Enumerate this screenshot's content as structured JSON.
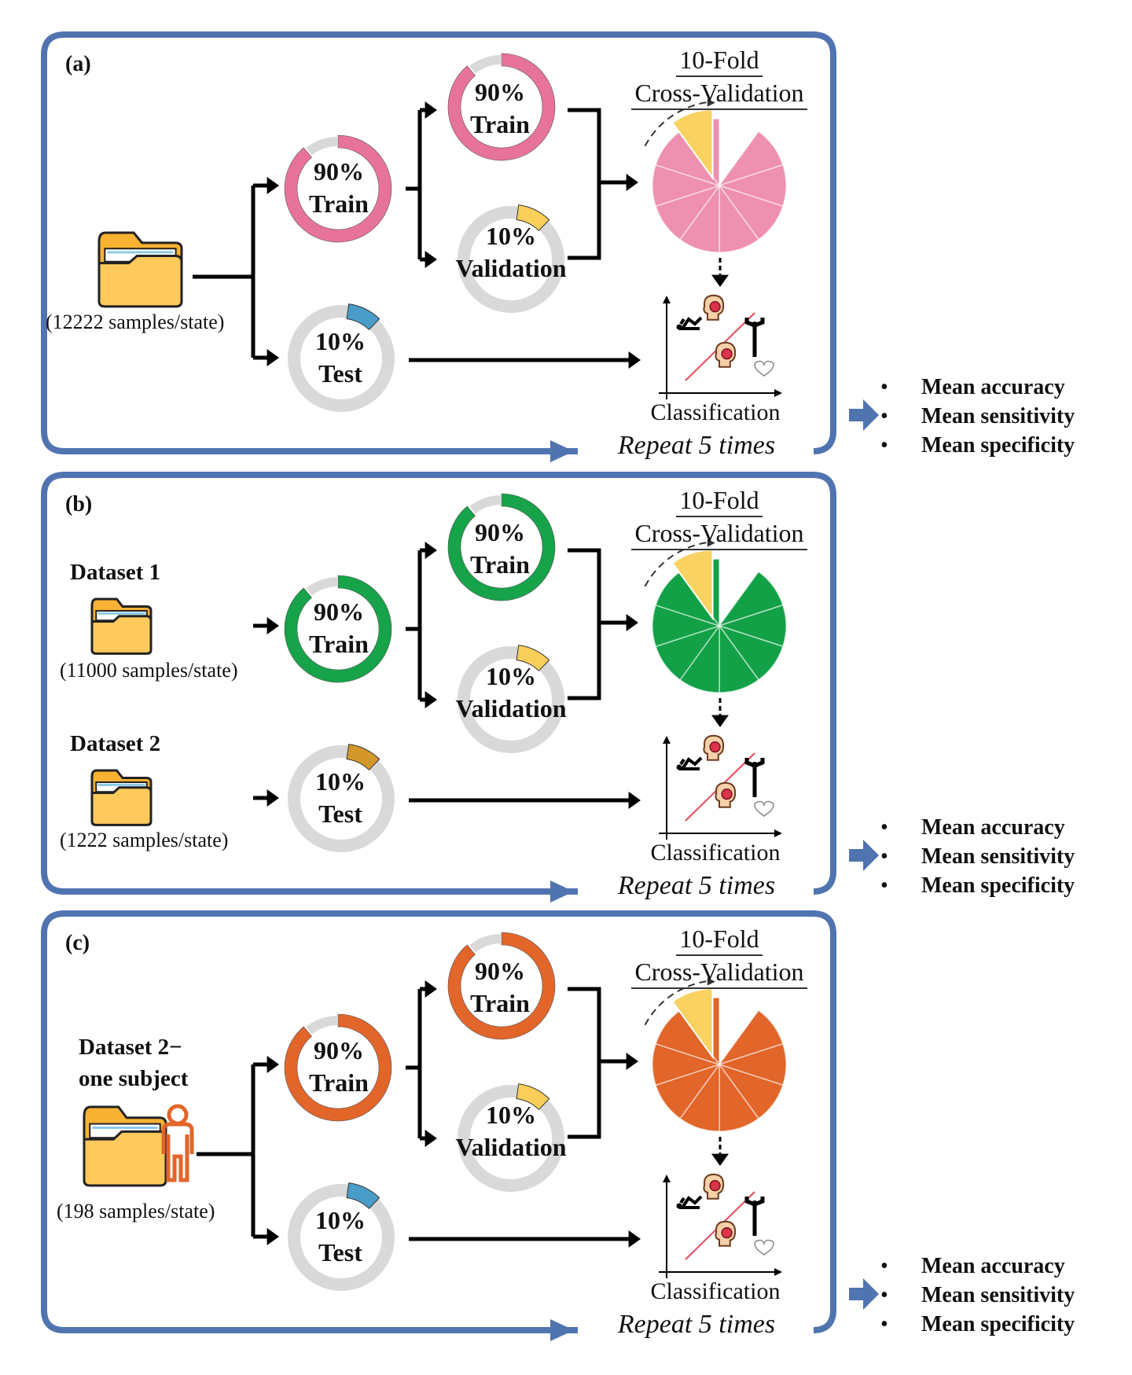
{
  "panels": [
    {
      "id": "a",
      "label": "(a)",
      "theme_color": "#E8739A",
      "pie_color": "#EE90AF",
      "test_accent": "#4A9CC9",
      "inputs": [
        {
          "name": "",
          "samples": "(12222 samples/state)"
        }
      ],
      "train_outer": {
        "percent_label": "90%",
        "name": "Train",
        "fraction": 0.9
      },
      "test": {
        "percent_label": "10%",
        "name": "Test",
        "fraction": 0.1
      },
      "train_inner": {
        "percent_label": "90%",
        "name": "Train",
        "fraction": 0.9
      },
      "validation": {
        "percent_label": "10%",
        "name": "Validation",
        "fraction": 0.1
      },
      "cv_title_line1": "10-Fold",
      "cv_title_line2": "Cross-Validation",
      "cv_folds": 10,
      "classification_label": "Classification",
      "repeat_label": "Repeat 5 times",
      "metrics": [
        "Mean accuracy",
        "Mean sensitivity",
        "Mean specificity"
      ]
    },
    {
      "id": "b",
      "label": "(b)",
      "theme_color": "#16A349",
      "pie_color": "#12A146",
      "test_accent": "#D4982A",
      "inputs": [
        {
          "name": "Dataset 1",
          "samples": "(11000 samples/state)"
        },
        {
          "name": "Dataset 2",
          "samples": "(1222 samples/state)"
        }
      ],
      "train_outer": {
        "percent_label": "90%",
        "name": "Train",
        "fraction": 0.9
      },
      "test": {
        "percent_label": "10%",
        "name": "Test",
        "fraction": 0.1
      },
      "train_inner": {
        "percent_label": "90%",
        "name": "Train",
        "fraction": 0.9
      },
      "validation": {
        "percent_label": "10%",
        "name": "Validation",
        "fraction": 0.1
      },
      "cv_title_line1": "10-Fold",
      "cv_title_line2": "Cross-Validation",
      "cv_folds": 10,
      "classification_label": "Classification",
      "repeat_label": "Repeat 5 times",
      "metrics": [
        "Mean accuracy",
        "Mean sensitivity",
        "Mean specificity"
      ]
    },
    {
      "id": "c",
      "label": "(c)",
      "theme_color": "#E2652A",
      "pie_color": "#E2652A",
      "test_accent": "#4A9CC9",
      "inputs": [
        {
          "name": "Dataset 2− one subject",
          "name_line1": "Dataset 2−",
          "name_line2": "one subject",
          "samples": "(198 samples/state)"
        }
      ],
      "train_outer": {
        "percent_label": "90%",
        "name": "Train",
        "fraction": 0.9
      },
      "test": {
        "percent_label": "10%",
        "name": "Test",
        "fraction": 0.1
      },
      "train_inner": {
        "percent_label": "90%",
        "name": "Train",
        "fraction": 0.9
      },
      "validation": {
        "percent_label": "10%",
        "name": "Validation",
        "fraction": 0.1
      },
      "cv_title_line1": "10-Fold",
      "cv_title_line2": "Cross-Validation",
      "cv_folds": 10,
      "classification_label": "Classification",
      "repeat_label": "Repeat 5 times",
      "metrics": [
        "Mean accuracy",
        "Mean sensitivity",
        "Mean specificity"
      ]
    }
  ],
  "colors": {
    "frame": "#4F74B0",
    "ring_track": "#D9D9D9",
    "validation_accent": "#F9CF5A",
    "held_out_fold": "#F9D262",
    "folder_body": "#FFC95C",
    "folder_tab": "#F9B233",
    "folder_outline": "#222222",
    "class_line": "#E8485A",
    "person_icon": "#E2652A"
  }
}
